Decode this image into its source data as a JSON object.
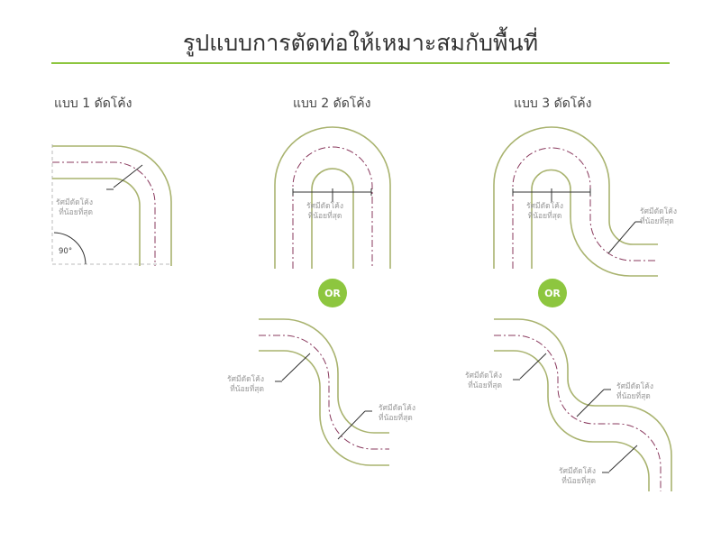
{
  "title": "รูปแบบการตัดท่อให้เหมาะสมกับพื้นที่",
  "headings": [
    "แบบ 1 ดัดโค้ง",
    "แบบ 2 ดัดโค้ง",
    "แบบ 3 ดัดโค้ง"
  ],
  "radius_label_line1": "รัศมีดัดโค้ง",
  "radius_label_line2": "ที่น้อยที่สุด",
  "angle_label": "90°",
  "or_label": "OR",
  "colors": {
    "accent": "#8dc63f",
    "pipe": "#a9b36f",
    "centerline": "#8a3a5e"
  }
}
